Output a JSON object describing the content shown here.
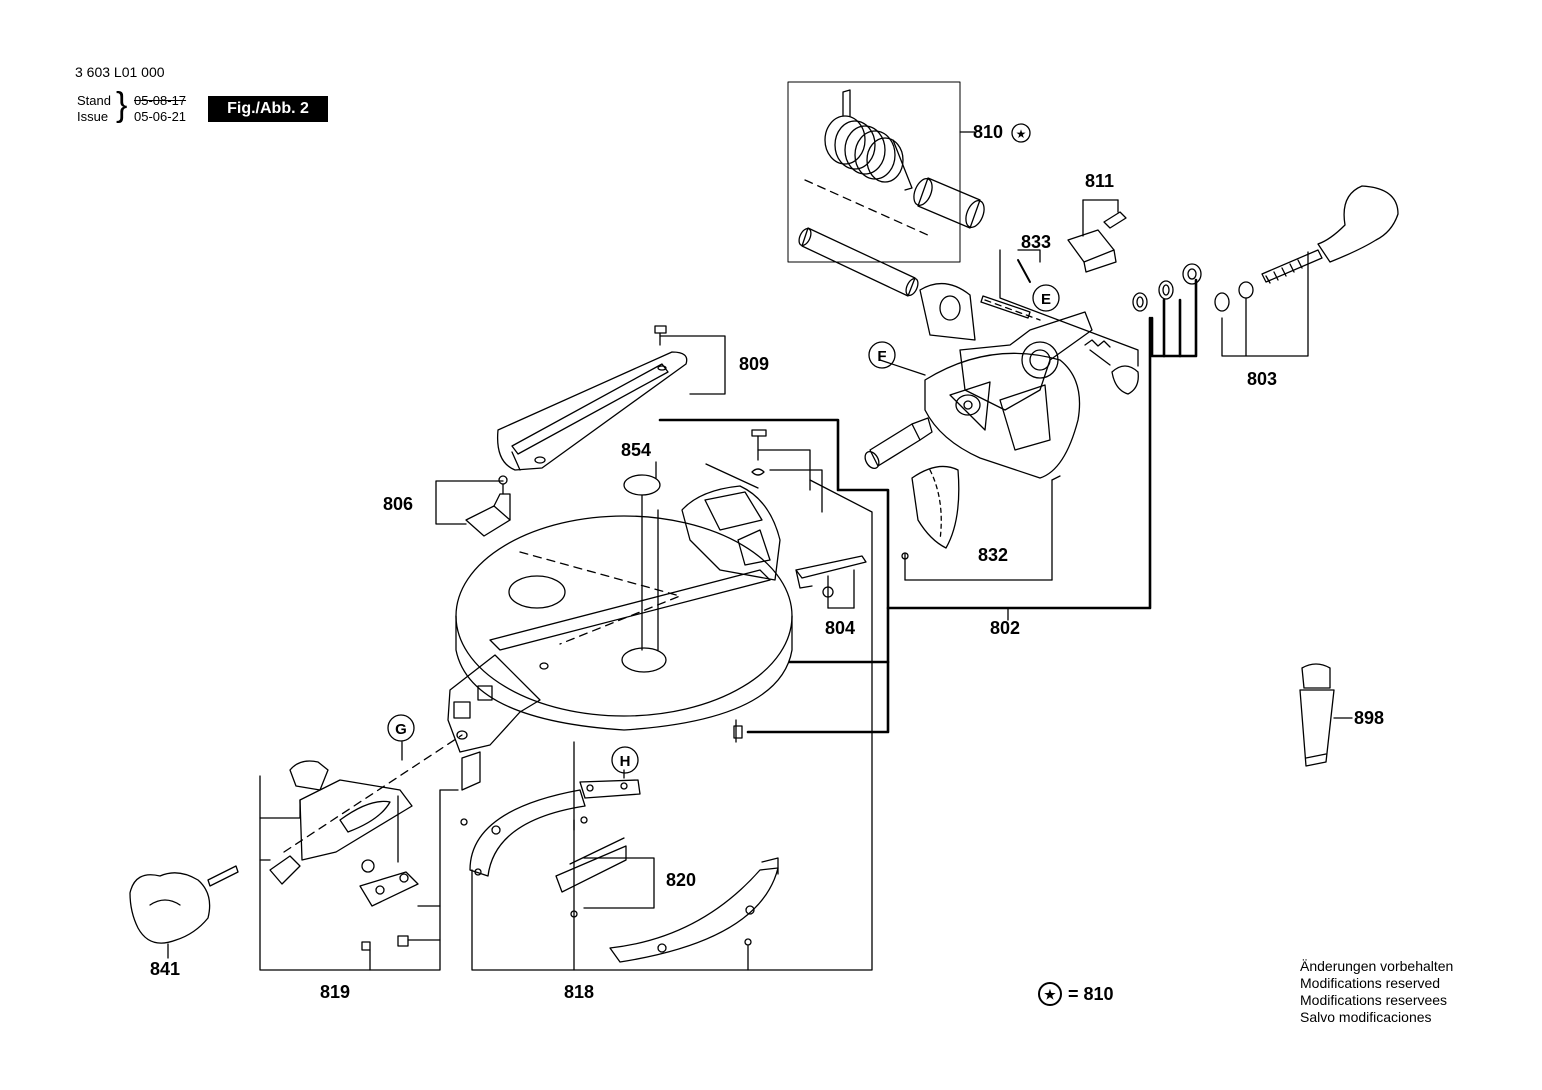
{
  "header": {
    "doc_number": "3 603 L01 000",
    "stand_label": "Stand",
    "issue_label": "Issue",
    "stand_date": "05-08-17",
    "issue_date": "05-06-21",
    "figure_tag": "Fig./Abb. 2"
  },
  "parts": {
    "p802": "802",
    "p803": "803",
    "p804": "804",
    "p806": "806",
    "p809": "809",
    "p810": "810",
    "p811": "811",
    "p818": "818",
    "p819": "819",
    "p820": "820",
    "p832": "832",
    "p833": "833",
    "p841": "841",
    "p854": "854",
    "p898": "898"
  },
  "callouts": {
    "E": "E",
    "F": "F",
    "G": "G",
    "H": "H"
  },
  "legend": {
    "symbol": "★",
    "text": "= 810"
  },
  "notes": [
    "Änderungen vorbehalten",
    "Modifications reserved",
    "Modifications reservees",
    "Salvo modificaciones"
  ]
}
